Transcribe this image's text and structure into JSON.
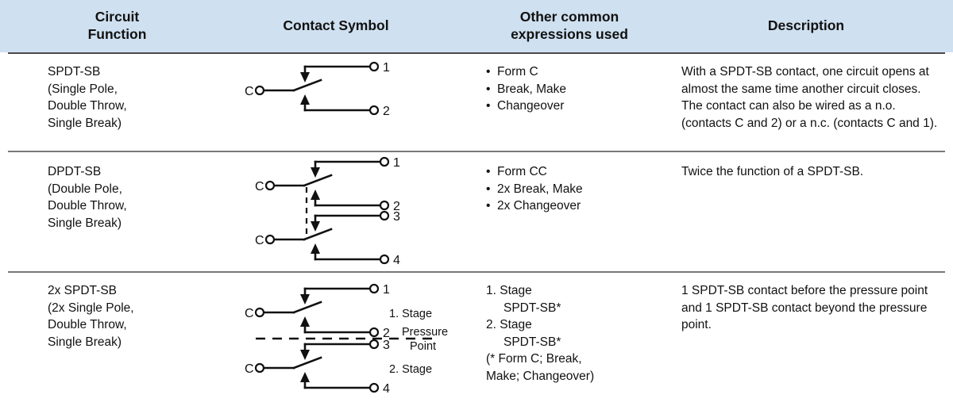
{
  "header": {
    "columns": [
      {
        "label": "Circuit\nFunction",
        "line1": "Circuit",
        "line2": "Function"
      },
      {
        "label": "Contact Symbol",
        "line1": "Contact Symbol",
        "line2": ""
      },
      {
        "label": "Other common expressions used",
        "line1": "Other common",
        "line2": "expressions used"
      },
      {
        "label": "Description",
        "line1": "Description",
        "line2": ""
      }
    ],
    "background_color": "#cfe0f0"
  },
  "rows": [
    {
      "function": {
        "line1": "SPDT-SB",
        "line2": "(Single Pole,",
        "line3": "Double Throw,",
        "line4": "Single Break)"
      },
      "symbol": {
        "type": "spdt-sb",
        "common_terminals": [
          "C"
        ],
        "terminals": [
          "1",
          "2"
        ],
        "stage_labels": [],
        "pressure_point_label": ""
      },
      "expressions": [
        "Form C",
        "Break, Make",
        "Changeover"
      ],
      "description": "With a SPDT-SB contact, one circuit opens at almost the same time another circuit closes. The contact can also be wired as a n.o. (contacts C and 2) or a n.c. (contacts C and 1)."
    },
    {
      "function": {
        "line1": "DPDT-SB",
        "line2": "(Double Pole,",
        "line3": "Double Throw,",
        "line4": "Single Break)"
      },
      "symbol": {
        "type": "dpdt-sb",
        "common_terminals": [
          "C",
          "C"
        ],
        "terminals": [
          "1",
          "2",
          "3",
          "4"
        ],
        "stage_labels": [],
        "pressure_point_label": ""
      },
      "expressions": [
        "Form CC",
        "2x Break, Make",
        "2x Changeover"
      ],
      "description": "Twice the function of a SPDT-SB."
    },
    {
      "function": {
        "line1": "2x SPDT-SB",
        "line2": "(2x Single Pole,",
        "line3": "Double Throw,",
        "line4": "Single Break)"
      },
      "symbol": {
        "type": "2x-spdt-sb",
        "common_terminals": [
          "C",
          "C"
        ],
        "terminals": [
          "1",
          "2",
          "3",
          "4"
        ],
        "stage_labels": [
          "1. Stage",
          "2. Stage"
        ],
        "pressure_point_label_line1": "Pressure",
        "pressure_point_label_line2": "Point"
      },
      "expressions_lines": [
        "1. Stage",
        "SPDT-SB*",
        "2. Stage",
        "SPDT-SB*",
        "(* Form C; Break,",
        "Make; Changeover)"
      ],
      "description": "1 SPDT-SB contact before the pressure point and 1 SPDT-SB contact beyond the pressure point."
    }
  ]
}
